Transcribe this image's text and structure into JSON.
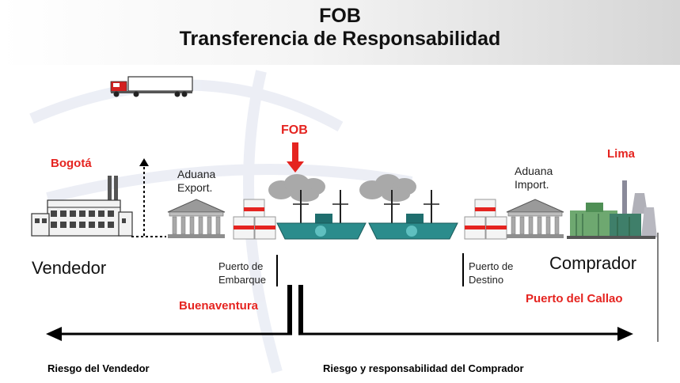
{
  "title": {
    "line1": "FOB",
    "line2": "Transferencia de Responsabilidad"
  },
  "labels": {
    "fob_marker": "FOB",
    "bogota": "Bogotá",
    "lima": "Lima",
    "buenaventura": "Buenaventura",
    "puerto_callao": "Puerto del Callao",
    "aduana_export_line1": "Aduana",
    "aduana_export_line2": "Export.",
    "aduana_import_line1": "Aduana",
    "aduana_import_line2": "Import.",
    "puerto_embarque_line1": "Puerto de",
    "puerto_embarque_line2": "Embarque",
    "puerto_destino_line1": "Puerto de",
    "puerto_destino_line2": "Destino",
    "vendedor": "Vendedor",
    "comprador": "Comprador"
  },
  "risk": {
    "seller": "Riesgo del Vendedor",
    "buyer": "Riesgo y responsabilidad del Comprador"
  },
  "colors": {
    "accent_red": "#e52420",
    "ship_teal": "#2b8c8c",
    "building_gray": "#8a8a8a",
    "smoke_gray": "#a9a9a9"
  },
  "icons": [
    "truck-icon",
    "factory-icon",
    "customs-building-icon",
    "cargo-boxes-icon",
    "ship-icon",
    "power-plant-icon",
    "down-arrow-icon",
    "risk-arrow-icon"
  ]
}
